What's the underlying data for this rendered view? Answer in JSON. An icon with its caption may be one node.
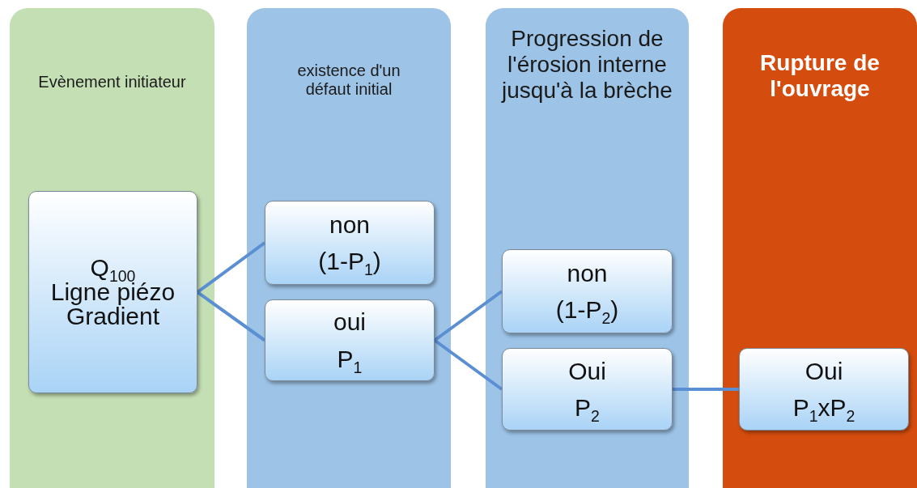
{
  "diagram": {
    "nodes": [
      {
        "text": [
          "Evènement initiateur"
        ]
      },
      {
        "text": [
          "Q$_{100}$",
          "Ligne piézo",
          "Gradient"
        ],
        "in": 0
      },
      {
        "text": [
          "existence d'un défaut initial"
        ]
      },
      {
        "text": [
          "non",
          "(1-P$_{1}$)"
        ],
        "in": 2
      },
      {
        "text": [
          "oui",
          "P$_{1}$"
        ],
        "in": 2
      },
      {
        "text": [
          "Progression de l'érosion interne jusqu'à la brèche"
        ]
      },
      {
        "text": [
          "non",
          "(1-P$_{2}$)"
        ],
        "in": 5
      },
      {
        "text": [
          "Oui",
          "P$_{2}$"
        ],
        "in": 5
      },
      {
        "text": [
          "Rupture de l'ouvrage"
        ]
      },
      {
        "text": [
          "Oui",
          "P$_{1}$xP$_{2}$"
        ],
        "in": 8
      }
    ],
    "edges": [
      {
        "from": 1,
        "to": 3,
        "arrow": "none"
      },
      {
        "from": 1,
        "to": 4,
        "arrow": "none"
      },
      {
        "from": 4,
        "to": 6,
        "arrow": "none"
      },
      {
        "from": 4,
        "to": 7,
        "arrow": "none"
      },
      {
        "from": 7,
        "to": 9,
        "arrow": "none"
      }
    ]
  }
}
